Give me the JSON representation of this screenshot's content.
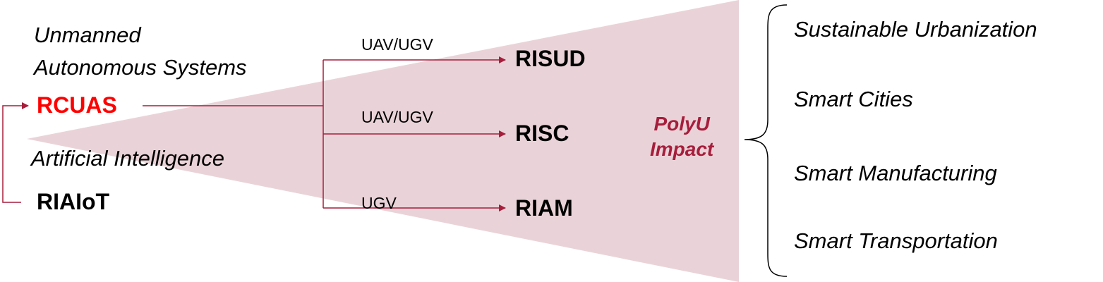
{
  "sources": {
    "uas_caption": [
      "Unmanned",
      "Autonomous Systems"
    ],
    "uas_name": "RCUAS",
    "ai_caption": "Artificial Intelligence",
    "ai_name": "RIAIoT"
  },
  "targets": [
    {
      "name": "RISUD",
      "edge_label": "UAV/UGV"
    },
    {
      "name": "RISC",
      "edge_label": "UAV/UGV"
    },
    {
      "name": "RIAM",
      "edge_label": "UGV"
    }
  ],
  "impact": [
    "PolyU",
    "Impact"
  ],
  "outcomes": [
    "Sustainable Urbanization",
    "Smart Cities",
    "Smart Manufacturing",
    "Smart Transportation"
  ],
  "colors": {
    "accent_red": "#ff0000",
    "maroon": "#a61e3c",
    "cone_fill": "#ead3d8",
    "text": "#000000"
  }
}
